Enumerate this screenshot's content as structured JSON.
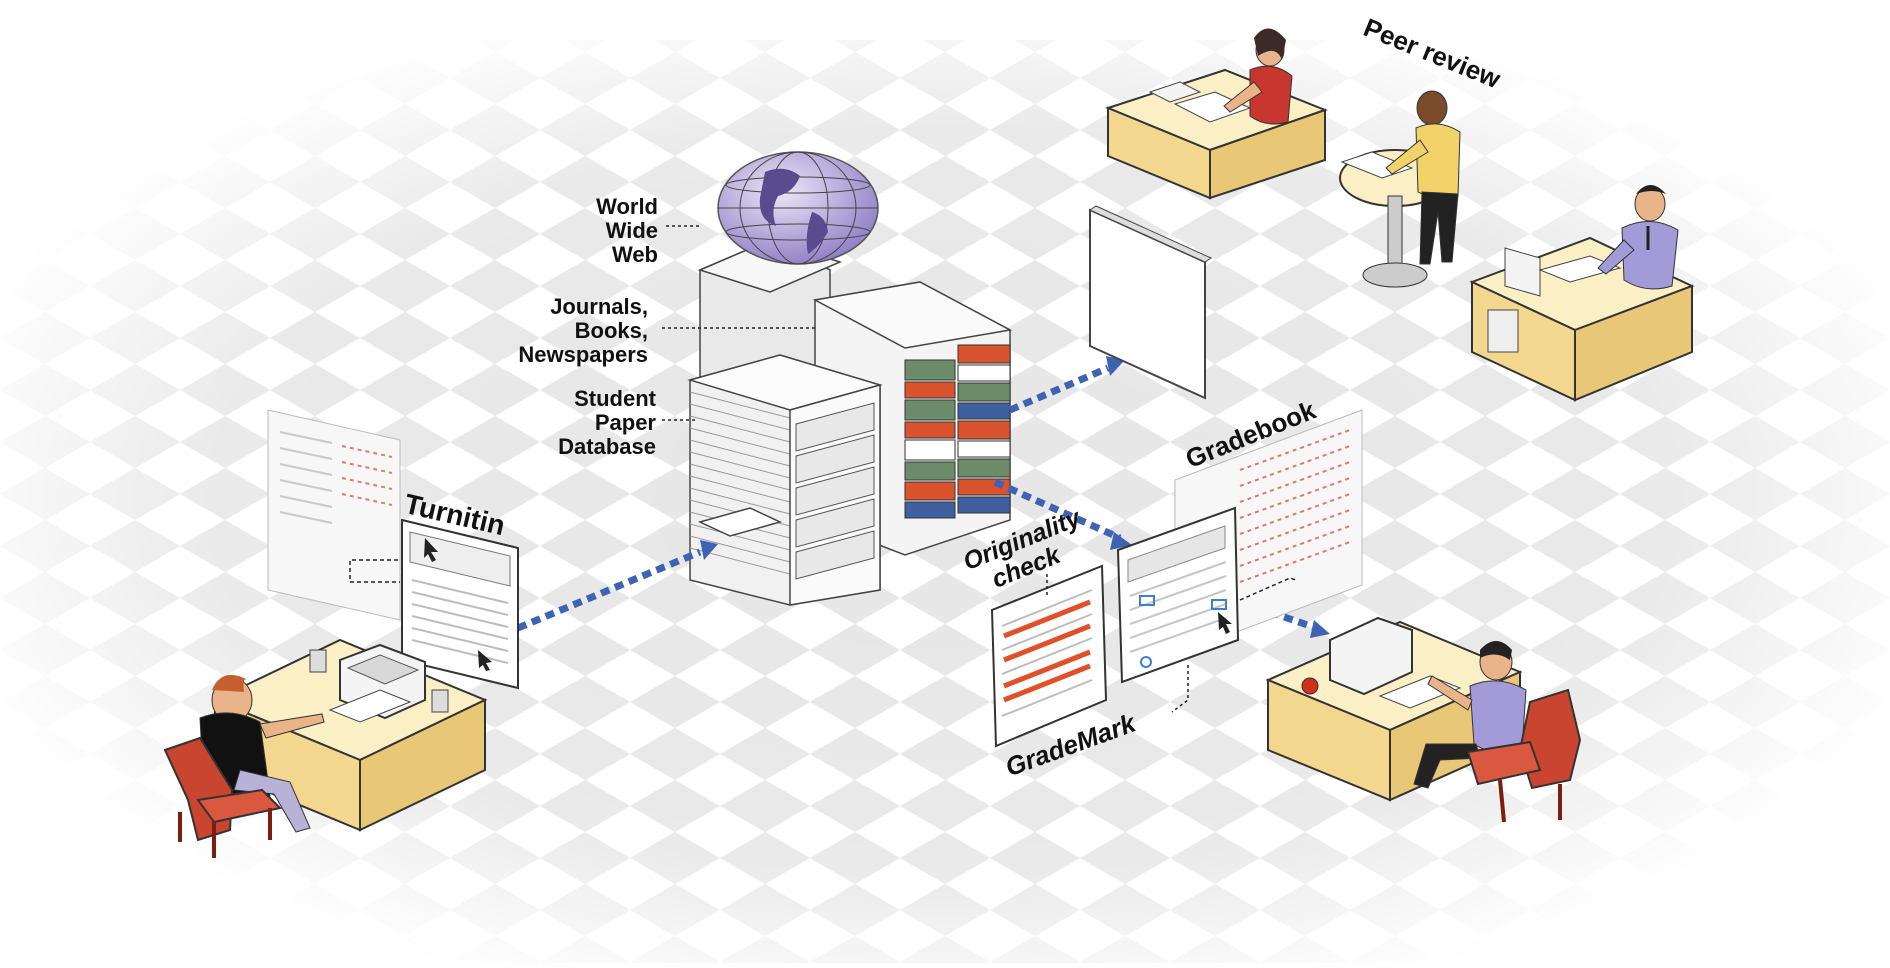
{
  "labels": {
    "web_line1": "World",
    "web_line2": "Wide",
    "web_line3": "Web",
    "journals_line1": "Journals,",
    "journals_line2": "Books,",
    "journals_line3": "Newspapers",
    "student_line1": "Student",
    "student_line2": "Paper",
    "student_line3": "Database",
    "turnitin": "Turnitin",
    "peer_review": "Peer review",
    "gradebook": "Gradebook",
    "originality_line1": "Originality",
    "originality_line2": "check",
    "grademark": "GradeMark"
  },
  "colors": {
    "desk_top": "#fbefc5",
    "desk_side": "#f3d78f",
    "chair": "#c9452f",
    "arrow": "#3f63b3",
    "globe": "#b7a7d8",
    "book_red": "#d9542e",
    "book_green": "#6d8c6a",
    "book_blue": "#3f5f9f",
    "highlight_red": "#e0502a"
  }
}
